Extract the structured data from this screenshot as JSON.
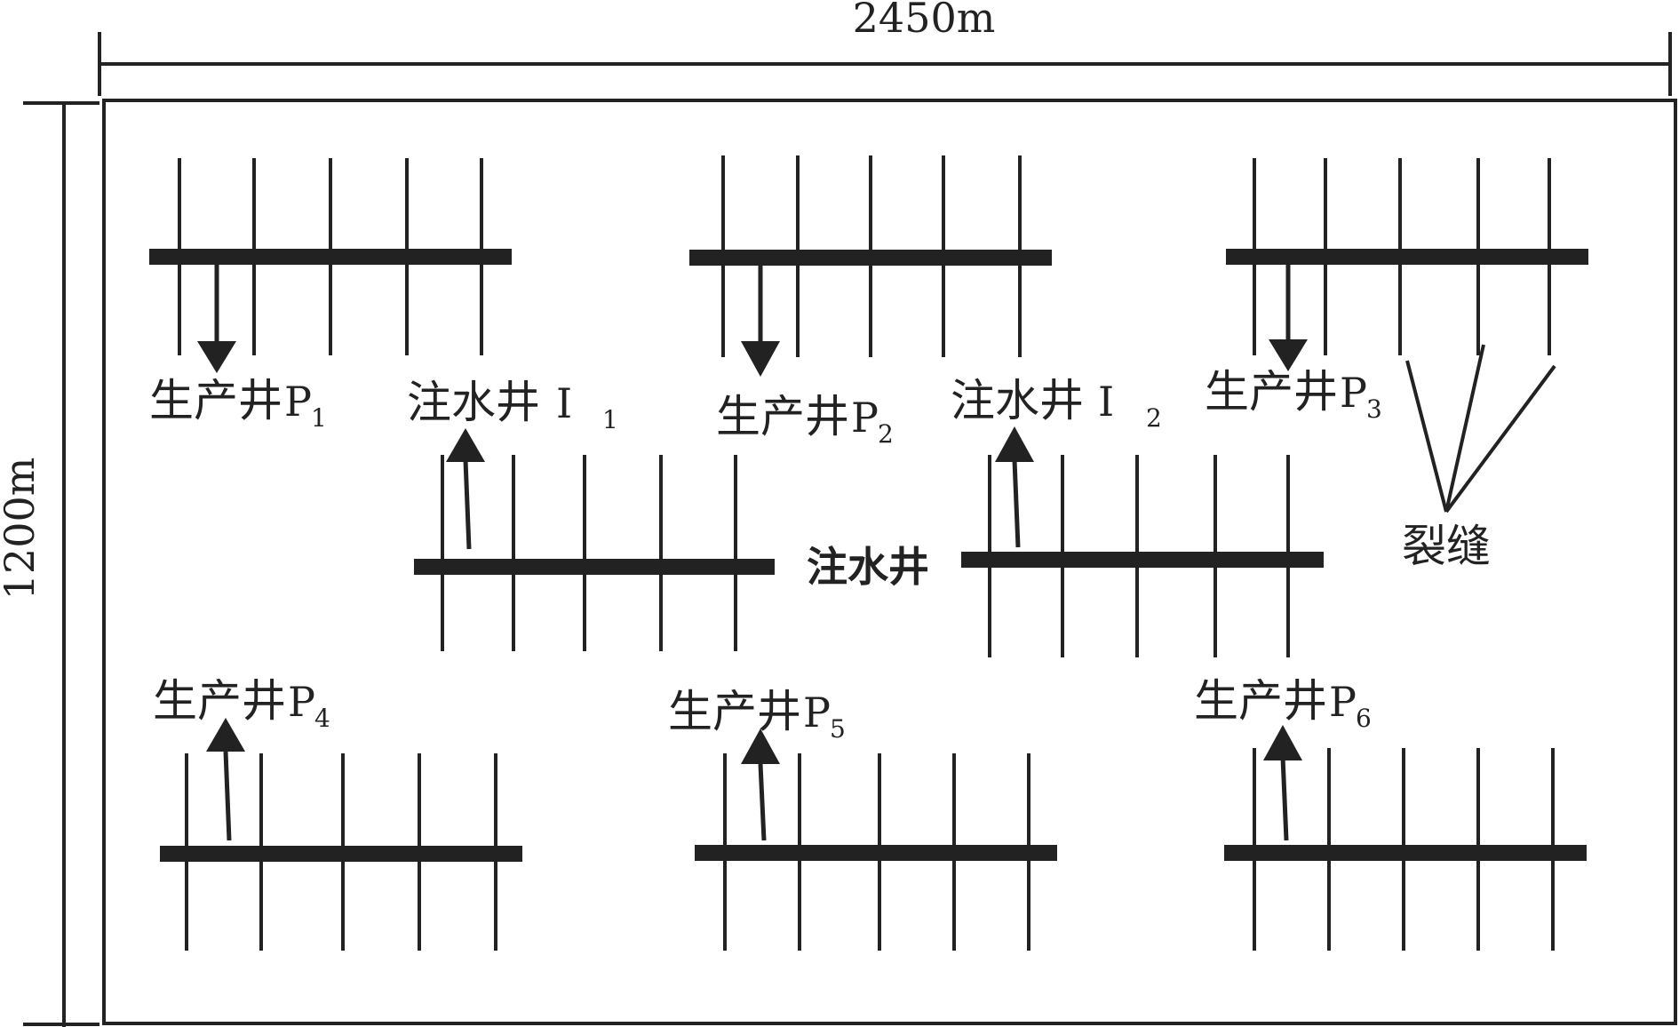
{
  "dimensions": {
    "width_label": "2450m",
    "height_label": "1200m"
  },
  "wells": {
    "P1": {
      "name": "生产井",
      "letter": "P",
      "sub": "1"
    },
    "P2": {
      "name": "生产井",
      "letter": "P",
      "sub": "2"
    },
    "P3": {
      "name": "生产井",
      "letter": "P",
      "sub": "3"
    },
    "P4": {
      "name": "生产井",
      "letter": "P",
      "sub": "4"
    },
    "P5": {
      "name": "生产井",
      "letter": "P",
      "sub": "5"
    },
    "P6": {
      "name": "生产井",
      "letter": "P",
      "sub": "6"
    },
    "I1": {
      "name": "注水井",
      "letter": "I",
      "sub": "1"
    },
    "I2": {
      "name": "注水井",
      "letter": "I",
      "sub": "2"
    }
  },
  "labels": {
    "injection_center": "注水井",
    "fracture": "裂缝"
  },
  "colors": {
    "line": "#222222",
    "background": "#ffffff"
  }
}
